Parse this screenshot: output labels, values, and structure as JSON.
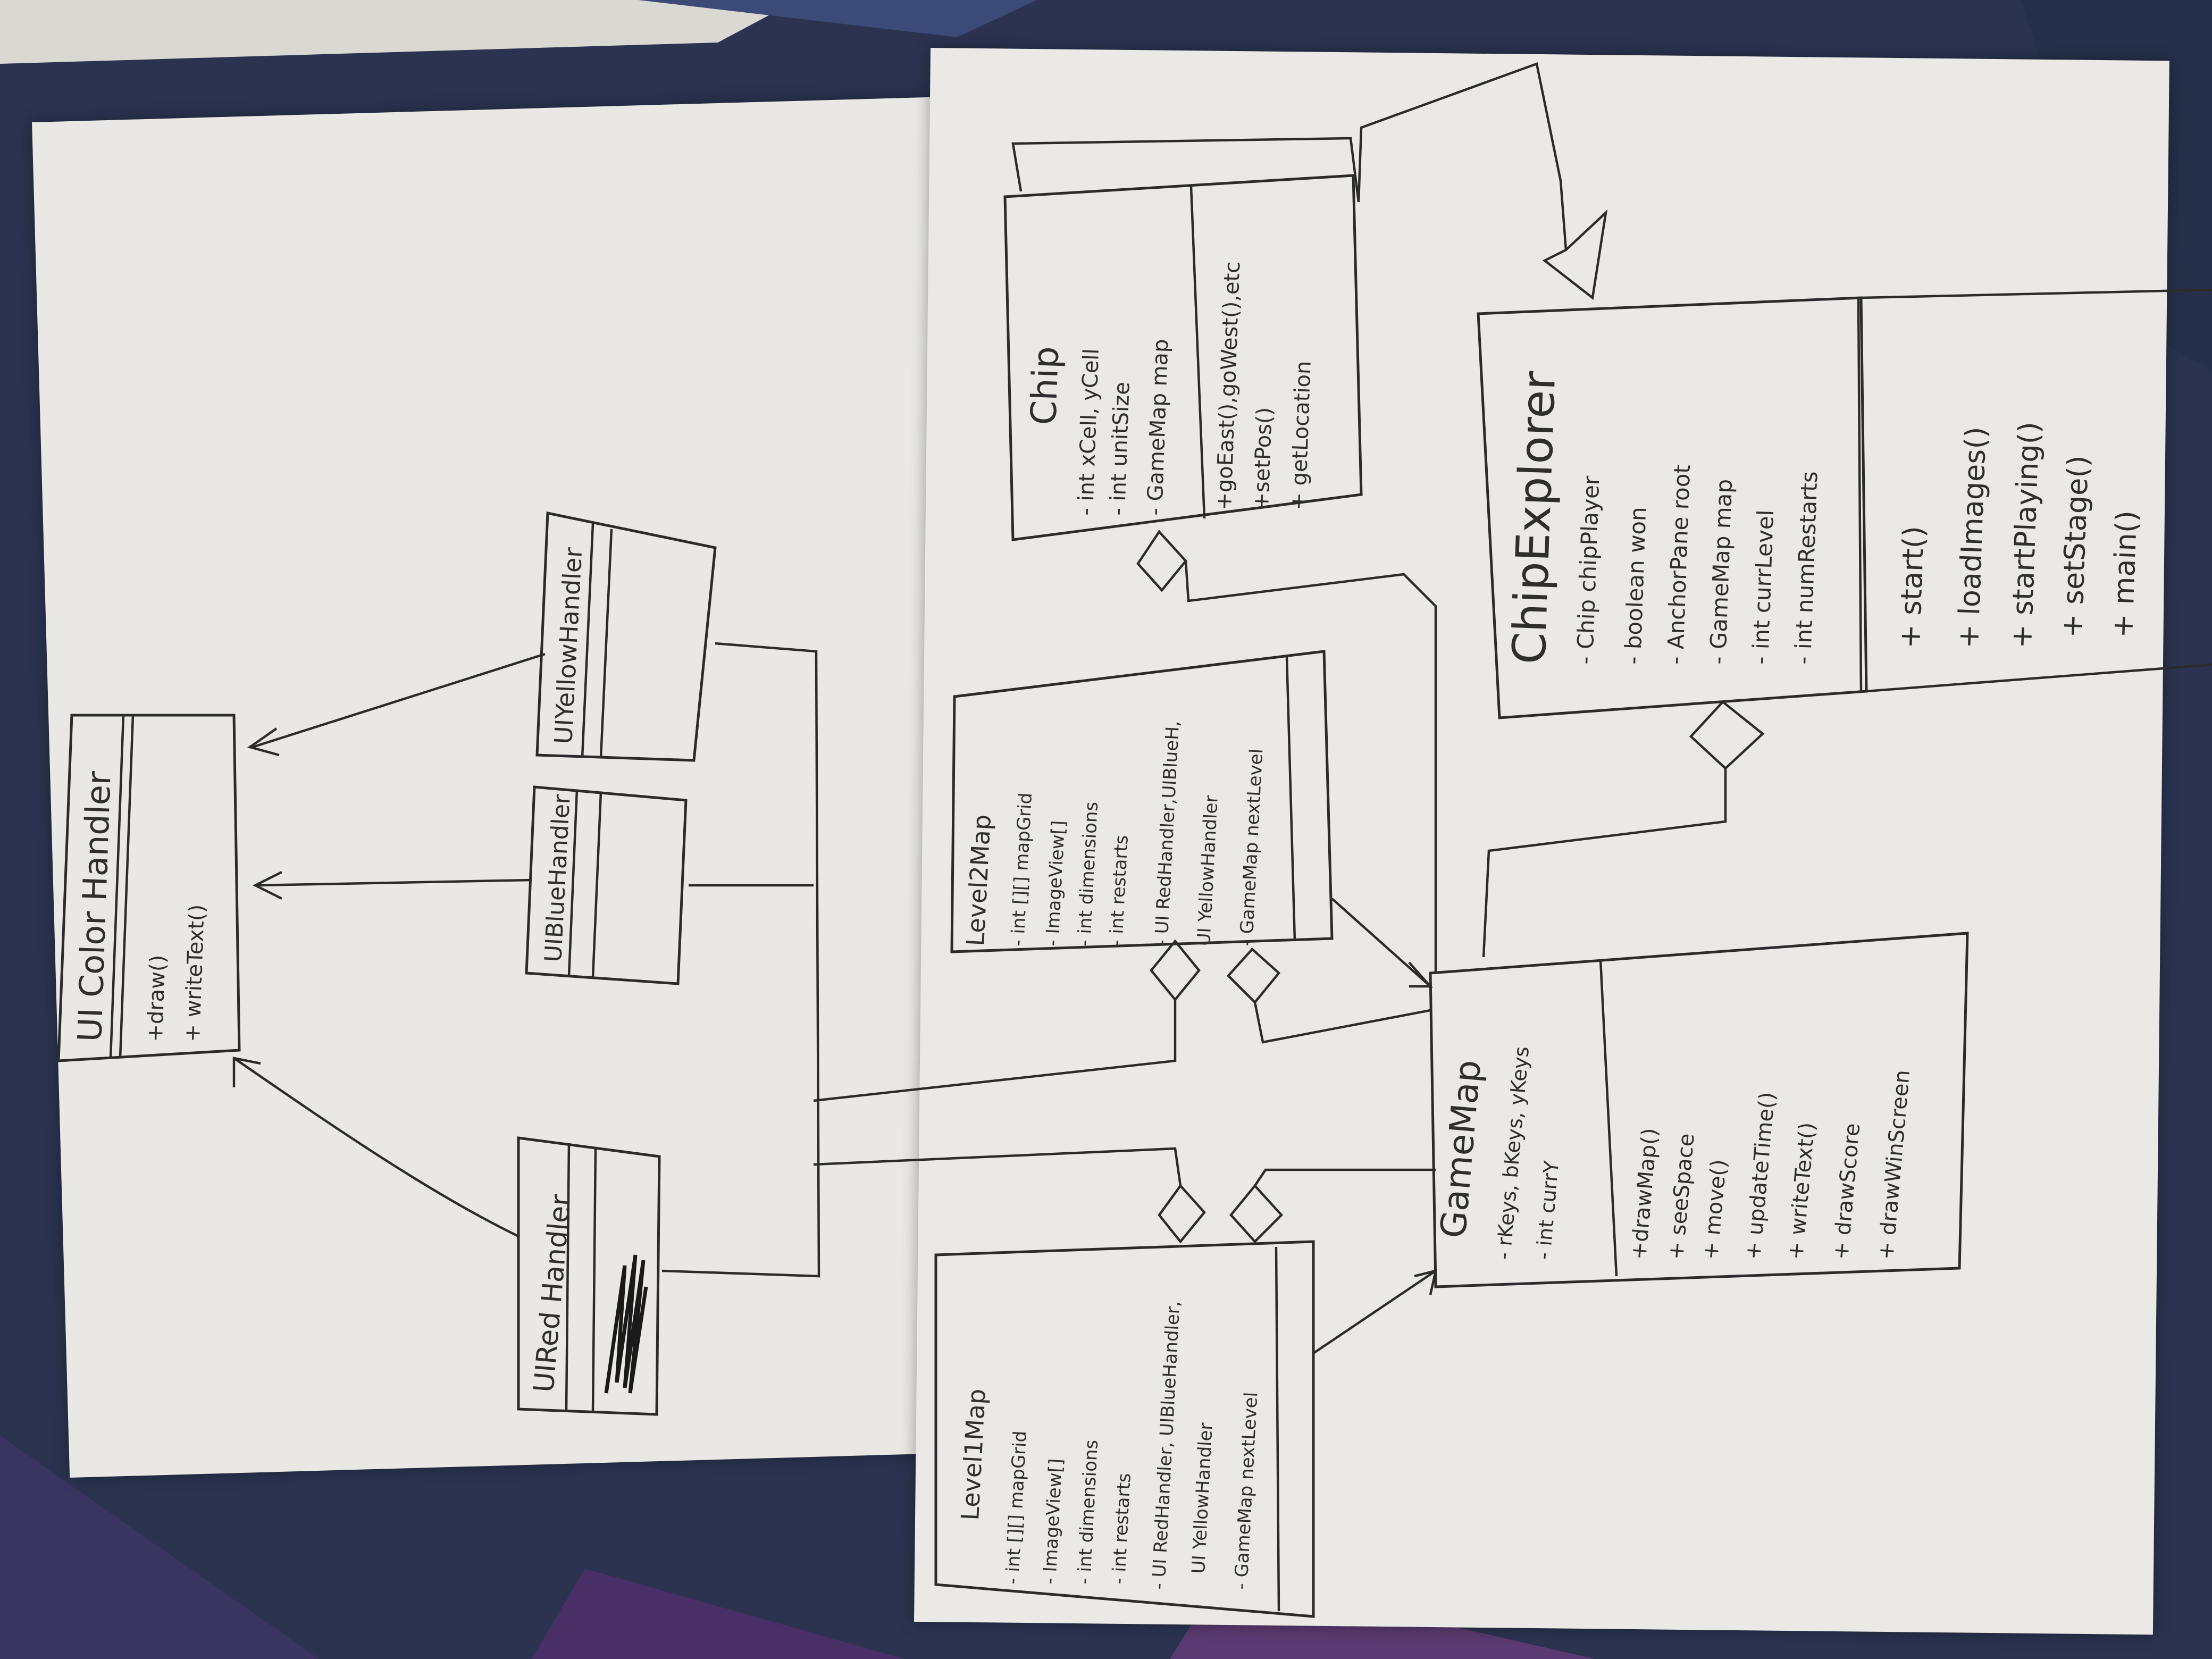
{
  "diagram": {
    "classes": {
      "ui_color_handler": {
        "name": "UI Color Handler",
        "methods": [
          "+draw()",
          "+ writeText()"
        ]
      },
      "ui_yellow_handler": {
        "name": "UIYellowHandler"
      },
      "ui_blue_handler": {
        "name": "UIBlueHandler"
      },
      "ui_red_handler": {
        "name": "UIRed Handler"
      },
      "chip": {
        "name": "Chip",
        "attributes": [
          "- int xCell, yCell",
          "- int unitSize",
          "- GameMap map"
        ],
        "methods": [
          "+goEast(),goWest(),etc",
          "+setPos()",
          "+ getLocation"
        ]
      },
      "chip_explorer": {
        "name": "ChipExplorer",
        "attributes": [
          "- Chip chipPlayer",
          "- boolean won",
          "- AnchorPane root",
          "- GameMap map",
          "- int currLevel",
          "- int numRestarts"
        ],
        "methods": [
          "+ start()",
          "+ loadImages()",
          "+ startPlaying()",
          "+ setStage()",
          "+ main()"
        ]
      },
      "level2map": {
        "name": "Level2Map",
        "attributes": [
          "- int [][] mapGrid",
          "- ImageView[]",
          "- int dimensions",
          "- int restarts",
          "- UI RedHandler,UIBlueH,",
          "UI YellowHandler",
          "- GameMap nextLevel"
        ]
      },
      "level1map": {
        "name": "Level1Map",
        "attributes": [
          "- int [][] mapGrid",
          "- ImageView[]",
          "- int dimensions",
          "- int restarts",
          "- UI RedHandler, UIBlueHandler,",
          "UI YellowHandler",
          "- GameMap nextLevel"
        ]
      },
      "gamemap": {
        "name": "GameMap",
        "attributes": [
          "- rKeys, bKeys, yKeys",
          "- int currY"
        ],
        "methods": [
          "+drawMap()",
          "+ seeSpace",
          "+ move()",
          "+ updateTime()",
          "+ writeText()",
          "+ drawScore",
          "+ drawWinScreen"
        ]
      }
    }
  }
}
